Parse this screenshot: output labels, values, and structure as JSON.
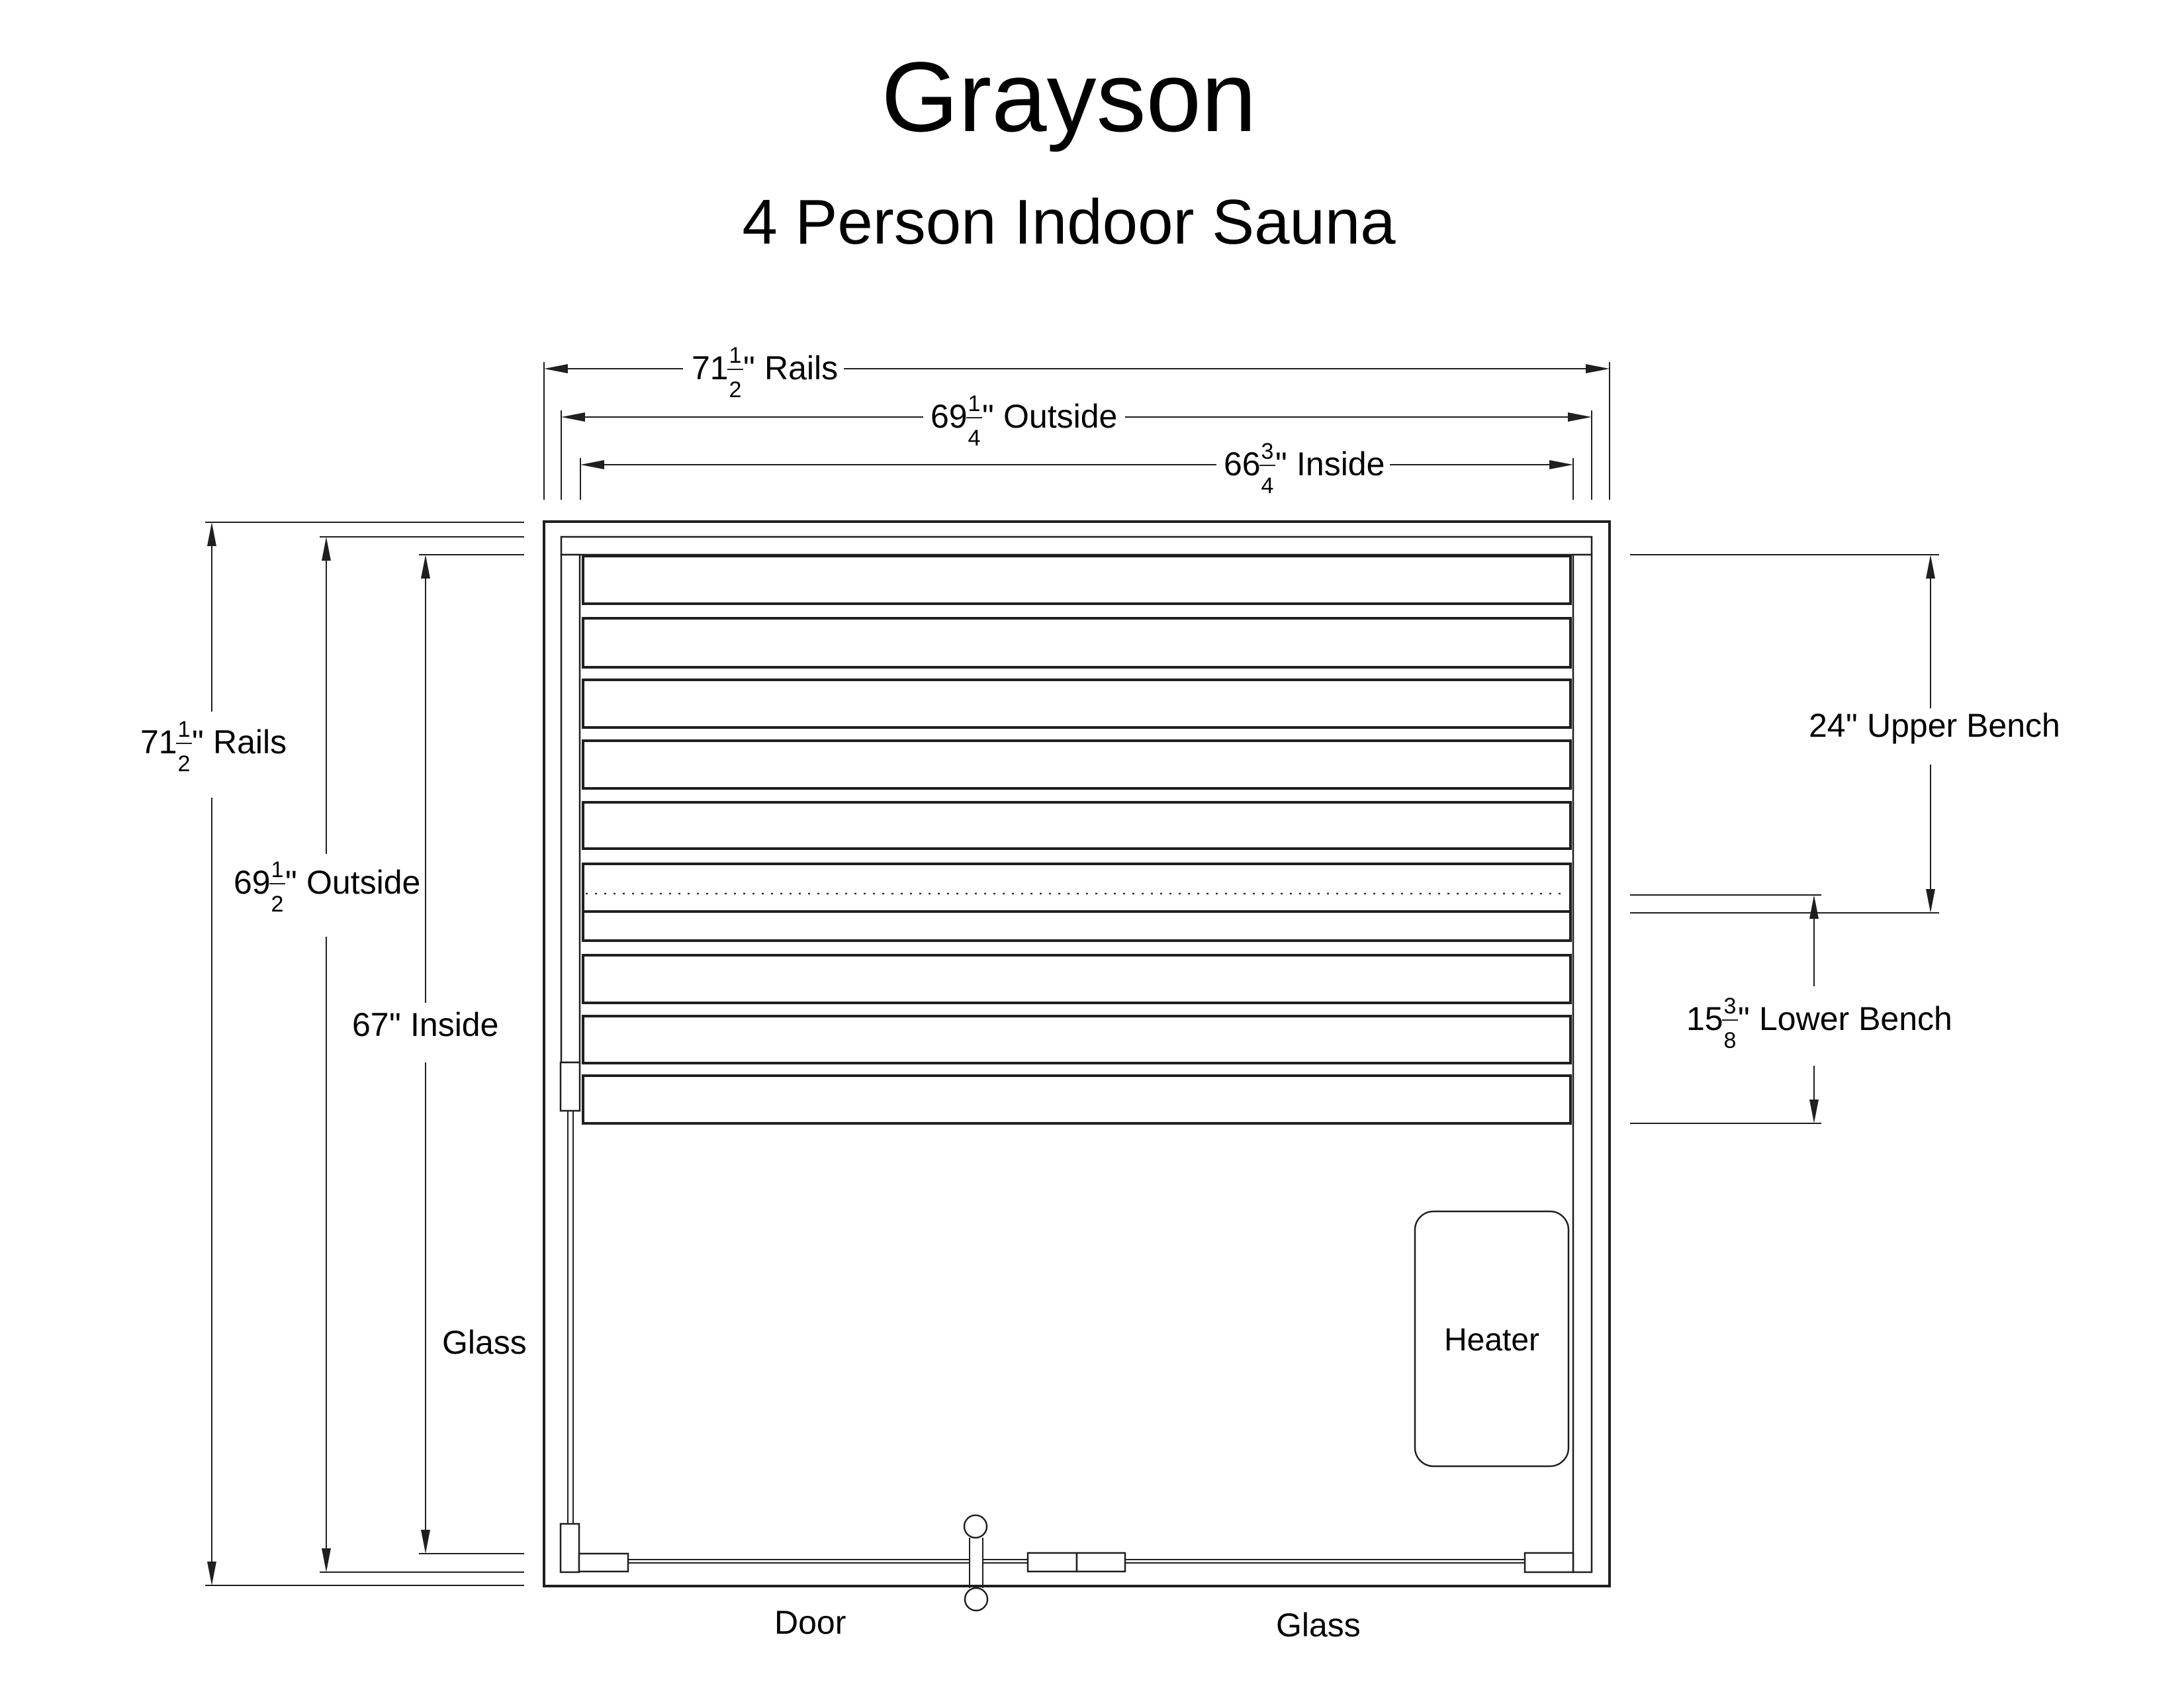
{
  "title": "Grayson",
  "subtitle": "4 Person Indoor Sauna",
  "colors": {
    "line": "#1f1f1f",
    "text": "#000000",
    "background": "#ffffff"
  },
  "dimensions": {
    "top": [
      {
        "whole": "71",
        "num": "1",
        "den": "2",
        "unit": "\"",
        "label": "Rails"
      },
      {
        "whole": "69",
        "num": "1",
        "den": "4",
        "unit": "\"",
        "label": "Outside"
      },
      {
        "whole": "66",
        "num": "3",
        "den": "4",
        "unit": "\"",
        "label": "Inside"
      }
    ],
    "left": [
      {
        "whole": "71",
        "num": "1",
        "den": "2",
        "unit": "\"",
        "label": "Rails"
      },
      {
        "whole": "69",
        "num": "1",
        "den": "2",
        "unit": "\"",
        "label": "Outside"
      },
      {
        "whole": "67",
        "unit": "\"",
        "label": "Inside"
      }
    ],
    "right": [
      {
        "whole": "24",
        "unit": "\"",
        "label": "Upper Bench"
      },
      {
        "whole": "15",
        "num": "3",
        "den": "8",
        "unit": "\"",
        "label": "Lower Bench"
      }
    ]
  },
  "labels": {
    "side_glass": "Glass",
    "door": "Door",
    "front_glass": "Glass",
    "heater": "Heater"
  }
}
